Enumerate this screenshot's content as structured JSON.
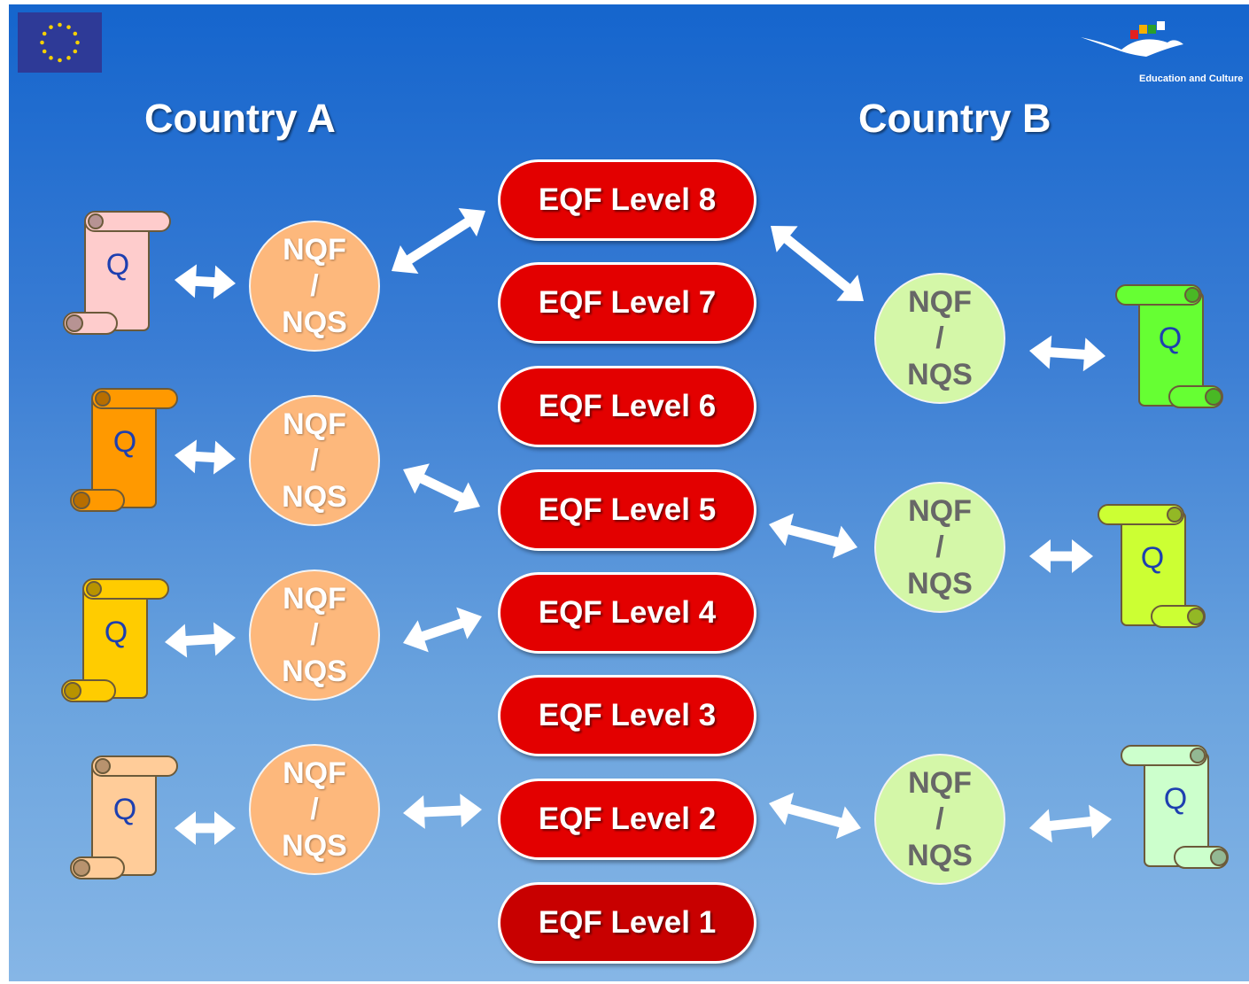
{
  "country_a": {
    "title": "Country A"
  },
  "country_b": {
    "title": "Country B"
  },
  "eqf_levels": [
    "EQF Level 8",
    "EQF Level 7",
    "EQF Level 6",
    "EQF Level 5",
    "EQF Level 4",
    "EQF Level 3",
    "EQF Level 2",
    "EQF Level 1"
  ],
  "nqf": {
    "line1": "NQF",
    "line2": "/",
    "line3": "NQS"
  },
  "qualification_label": "Q",
  "logo_caption": "Education and Culture",
  "colors": {
    "background_top": "#1565cd",
    "background_bottom": "#86b6e6",
    "eqf_pill": "#e30000",
    "nqf_country_a": "#fdb87c",
    "nqf_country_b": "#d4f7a8",
    "arrow": "#ffffff",
    "q_text": "#1d3fb0",
    "scrolls_country_a": [
      "#fecccc",
      "#ff9900",
      "#ffcc00",
      "#ffcc99"
    ],
    "scrolls_country_b": [
      "#66ff33",
      "#ccff33",
      "#ccffcc"
    ]
  },
  "icons": [
    "eu-flag-icon",
    "education-and-culture-logo-icon",
    "qualification-scroll-icon",
    "double-headed-arrow-icon"
  ]
}
